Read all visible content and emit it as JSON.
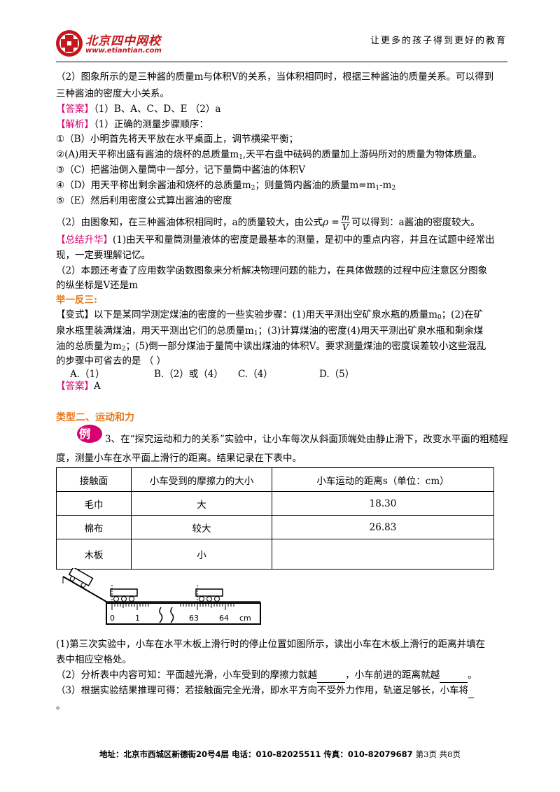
{
  "header": {
    "logo_name": "北京四中网校",
    "logo_url": "www.etiantian.com",
    "slogan": "让更多的孩子得到更好的教育"
  },
  "part2_question": {
    "line1": "（2）图象所示的是三种酱的质量m与体积V的关系，当体积相同时，根据三种酱油的质量关系。可以得到",
    "line2": "三种酱油的密度大小关系。"
  },
  "answer1": {
    "tag": "【答案】",
    "text": "（1）B、A、C、D、E      （2）a"
  },
  "analysis": {
    "tag": "【解析】",
    "intro": "（1）正确的测量步骤顺序：",
    "steps": [
      "①（B）小明首先将天平放在水平桌面上，调节横梁平衡；",
      "②(A)用天平称出盛有酱油的烧杯的总质量m",
      "③（C）把酱油倒入量筒中一部分，记下量筒中酱油的体积V",
      "④（D）用天平称出剩余酱油和烧杯的总质量m",
      "⑤（E）然后利用密度公式算出酱油的密度"
    ],
    "step2_tail": ",天平右盘中砝码的质量加上游码所对的质量为物体质量。",
    "step4_mid": "；则量筒内酱油的质量m=m",
    "step4_minus": "-m",
    "sub1": "1",
    "sub2": "2",
    "formula_pre": "（2）由图象知，在三种酱油体积相同时，a的质量较大，由公式",
    "formula_rho": "ρ =",
    "formula_m": "m",
    "formula_v": "V",
    "formula_post": "可以得到：a酱油的密度较大。"
  },
  "summary": {
    "tag": "【总结升华】",
    "lines": [
      "(1)由天平和量筒测量液体的密度是最基本的测量，是初中的重点内容，并且在试题中经常出",
      "现，一定要理解记忆。",
      "（2）本题还考查了应用数学函数图象来分析解决物理问题的能力，在具体做题的过程中应注意区分图象",
      "的纵坐标是V还是m"
    ]
  },
  "practice": {
    "heading": "举一反三:",
    "tag": "【变式】",
    "lines": [
      "以下是某同学测定煤油的密度的一些实验步骤：(1)用天平测出空矿泉水瓶的质量m",
      "泉水瓶里装满煤油，用天平测出它们的总质量m",
      "油的总质量为m",
      "的步骤中可省去的是   （     ）"
    ],
    "line1_tail": "；(2)在矿",
    "line2_tail": "；(3)计算煤油的密度(4)用天平测出矿泉水瓶和剩余煤",
    "line3_tail": "；(5)倒一部分煤油于量筒中读出煤油的体积V。要求测量煤油的密度误差较小这些混乱",
    "sub0": "0",
    "options": [
      "A.（1）",
      "B.（2）或（4）",
      "C.（4）",
      "D.（5）"
    ],
    "answer_tag": "【答案】",
    "answer": "A"
  },
  "section2": {
    "title": "类型二、运动和力",
    "badge": "例",
    "q_line1": "3、在“探究运动和力的关系”实验中，让小车每次从斜面顶端处由静止滑下，改变水平面的粗糙程",
    "q_line2": "度，测量小车在水平面上滑行的距离。结果记录在下表中。"
  },
  "table": {
    "headers": [
      "接触面",
      "小车受到的摩擦力的大小",
      "小车运动的距离s（单位：cm）"
    ],
    "rows": [
      [
        "毛巾",
        "大",
        "18.30"
      ],
      [
        "棉布",
        "较大",
        "26.83"
      ],
      [
        "木板",
        "小",
        ""
      ]
    ]
  },
  "ruler": {
    "labels": [
      "0",
      "1",
      "63",
      "64",
      "cm"
    ]
  },
  "sub_questions": {
    "q1_line1": "(1)第三次实验中，小车在水平木板上滑行时的停止位置如图所示，读出小车在木板上滑行的距离并填在",
    "q1_line2": "表中相应空格处。",
    "q2_pre": "（2）分析表中内容可知：平面越光滑，小车受到的摩擦力就越",
    "q2_mid": "，小车前进的距离就越",
    "q2_end": "。",
    "q3": "（3）根据实验结果推理可得：若接触面完全光滑，即水平方向不受外力作用，轨道足够长，小车将",
    "q3_end": "。"
  },
  "footer": {
    "address": "地址：北京市西城区新德街20号4层  电话：010-82025511  传真：010-82079687",
    "page": "第3页  共8页"
  }
}
